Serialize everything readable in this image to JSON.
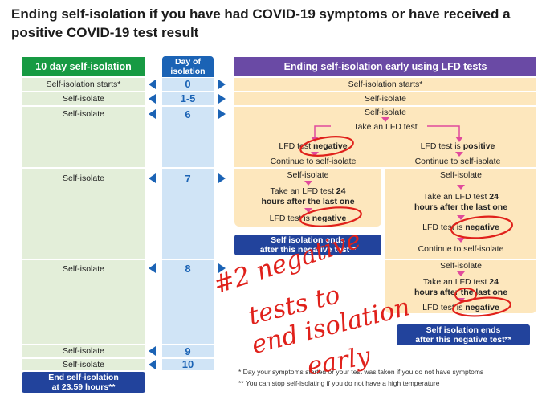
{
  "title": "Ending self-isolation if you have had COVID-19 symptoms or have received a positive COVID-19 test result",
  "left_header": "10 day self-isolation",
  "mid_header_1": "Day of",
  "mid_header_2": "isolation",
  "right_header": "Ending self-isolation early using LFD tests",
  "left_rows": [
    "Self-isolation starts*",
    "Self-isolate",
    "Self-isolate",
    "Self-isolate",
    "Self-isolate",
    "Self-isolate",
    "Self-isolate"
  ],
  "days": [
    "0",
    "1-5",
    "6",
    "7",
    "8",
    "9",
    "10"
  ],
  "left_end_1": "End self-isolation",
  "left_end_2": "at 23.59 hours**",
  "right": {
    "r_starts": "Self-isolation starts*",
    "r_isolate_1": "Self-isolate",
    "r_isolate_2": "Self-isolate",
    "take_test": "Take an LFD test",
    "neg_prefix": "LFD test",
    "neg_word": "negative",
    "pos_prefix": "LFD test is",
    "pos_word": "positive",
    "continue": "Continue to self-isolate",
    "self_isolate": "Self-isolate",
    "take_24_a": "Take an LFD test",
    "take_24_b": "24",
    "take_24_c": "hours after the last one",
    "neg2_prefix": "LFD test",
    "neg2_mid": "is",
    "neg2_word": "negative",
    "ends_1": "Self isolation ends",
    "ends_2": "after this negative test**"
  },
  "footnotes": [
    "* Day your symptoms started or your test was taken if you do not have symptoms",
    "** You can stop self-isolating if you do not have a high temperature"
  ],
  "annotation": [
    "#2 negative",
    "tests to",
    "end isolation",
    "early"
  ],
  "colors": {
    "green": "#179a43",
    "blue_header": "#1b63b5",
    "purple": "#6a4aa5",
    "navy": "#22439c",
    "annotation": "#e0211b"
  }
}
